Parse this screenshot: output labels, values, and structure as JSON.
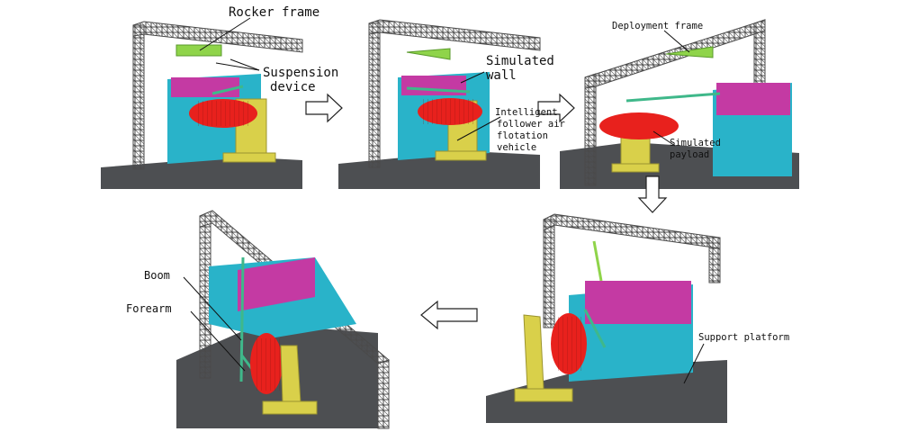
{
  "labels": {
    "rocker_frame": "Rocker frame",
    "suspension_device_1": "Suspension",
    "suspension_device_2": "device",
    "simulated_wall_1": "Simulated",
    "simulated_wall_2": "wall",
    "intelligent_1": "Intelligent",
    "intelligent_2": "follower air",
    "intelligent_3": "flotation",
    "intelligent_4": "vehicle",
    "deployment_frame": "Deployment frame",
    "simulated_payload_1": "Simulated",
    "simulated_payload_2": "payload",
    "support_platform": "Support platform",
    "boom": "Boom",
    "forearm": "Forearm"
  },
  "colors": {
    "truss": "#4a4a4a",
    "wall_cyan": "#29b3c9",
    "wall_magenta": "#c43aa3",
    "payload_red": "#e8211d",
    "vehicle_yellow": "#d9d04a",
    "ground_dark": "#4d4f52",
    "rocker_green": "#8fd44a",
    "arm_green": "#3fb88a"
  }
}
